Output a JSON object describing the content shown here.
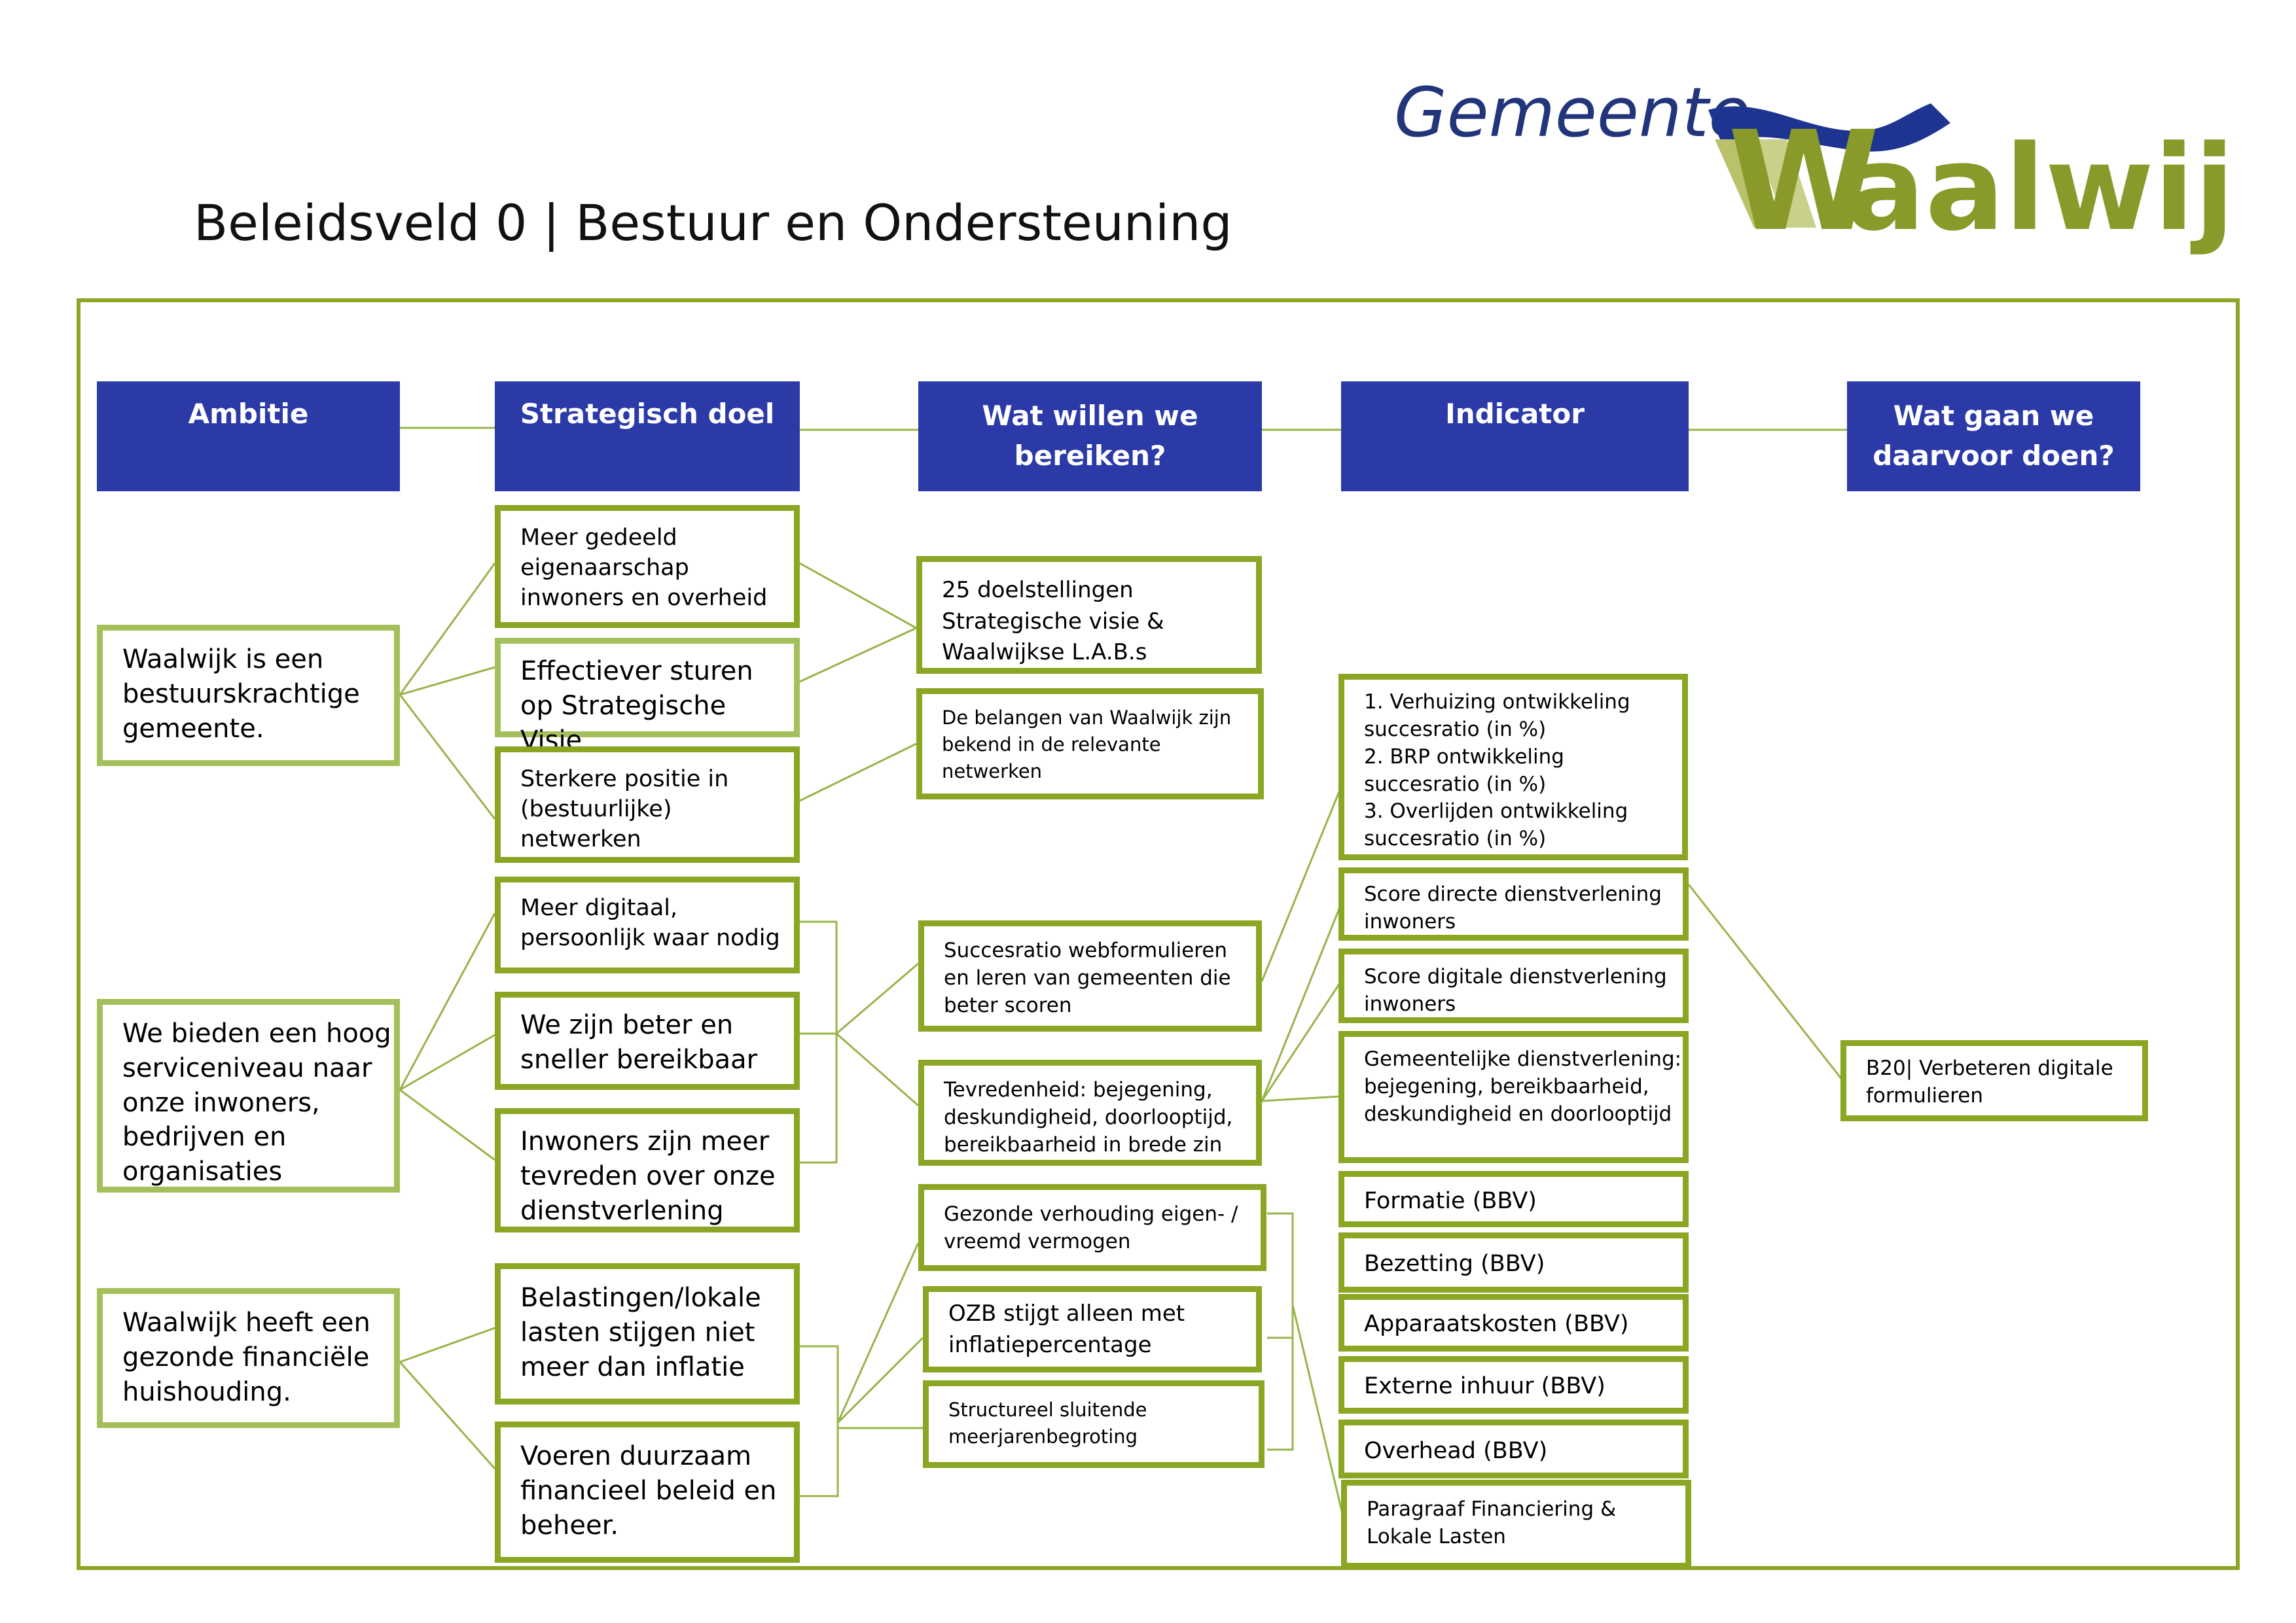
{
  "page_title": "Beleidsveld 0 | Bestuur en Ondersteuning",
  "logo": {
    "word1": "Gemeente",
    "word2": "aalwijk",
    "initial": "W",
    "colors": {
      "blue": "#23357a",
      "green": "#8a9a2a",
      "flag": "#1d3591"
    }
  },
  "colors": {
    "header": "#2b3aa7",
    "border": "#8aa623",
    "line": "#98b44a"
  },
  "headers": {
    "ambitie": "Ambitie",
    "strategisch_doel": "Strategisch doel",
    "wat_willen": "Wat willen we bereiken?",
    "indicator": "Indicator",
    "wat_gaan": "Wat gaan we daarvoor doen?"
  },
  "ambities": [
    "Waalwijk is een bestuurskrachtige gemeente.",
    "We bieden een hoog serviceniveau naar onze inwoners, bedrijven en organisaties",
    "Waalwijk heeft een gezonde financiële huishouding."
  ],
  "doelen": [
    "Meer gedeeld eigenaarschap inwoners en overheid",
    "Effectiever sturen op Strategische Visie",
    "Sterkere positie in (bestuurlijke) netwerken",
    "Meer digitaal, persoonlijk waar nodig",
    "We zijn beter en sneller bereikbaar",
    "Inwoners zijn meer tevreden over onze dienstverlening",
    "Belastingen/lokale lasten stijgen niet meer dan inflatie",
    "Voeren duurzaam financieel beleid en beheer."
  ],
  "bereiken": [
    "25 doelstellingen Strategische visie & Waalwijkse L.A.B.s",
    "De belangen van Waalwijk zijn bekend in de relevante netwerken",
    "Succesratio webformulieren en leren van gemeenten die beter scoren",
    "Tevredenheid: bejegening, deskundigheid, doorlooptijd, bereikbaarheid in brede zin",
    "Gezonde verhouding eigen- / vreemd vermogen",
    "OZB stijgt alleen met inflatiepercentage",
    "Structureel sluitende meerjarenbegroting"
  ],
  "indicatoren": [
    "1. Verhuizing ontwikkeling succesratio (in %)\n2. BRP ontwikkeling succesratio (in %)\n3. Overlijden ontwikkeling succesratio (in %)",
    "Score directe dienstverlening inwoners",
    "Score digitale dienstverlening inwoners",
    "Gemeentelijke dienstverlening: bejegening, bereikbaarheid, deskundigheid en doorlooptijd",
    "Formatie (BBV)",
    "Bezetting (BBV)",
    "Apparaatskosten (BBV)",
    "Externe inhuur (BBV)",
    "Overhead (BBV)",
    "Paragraaf Financiering & Lokale Lasten"
  ],
  "acties": [
    "B20| Verbeteren digitale formulieren"
  ]
}
